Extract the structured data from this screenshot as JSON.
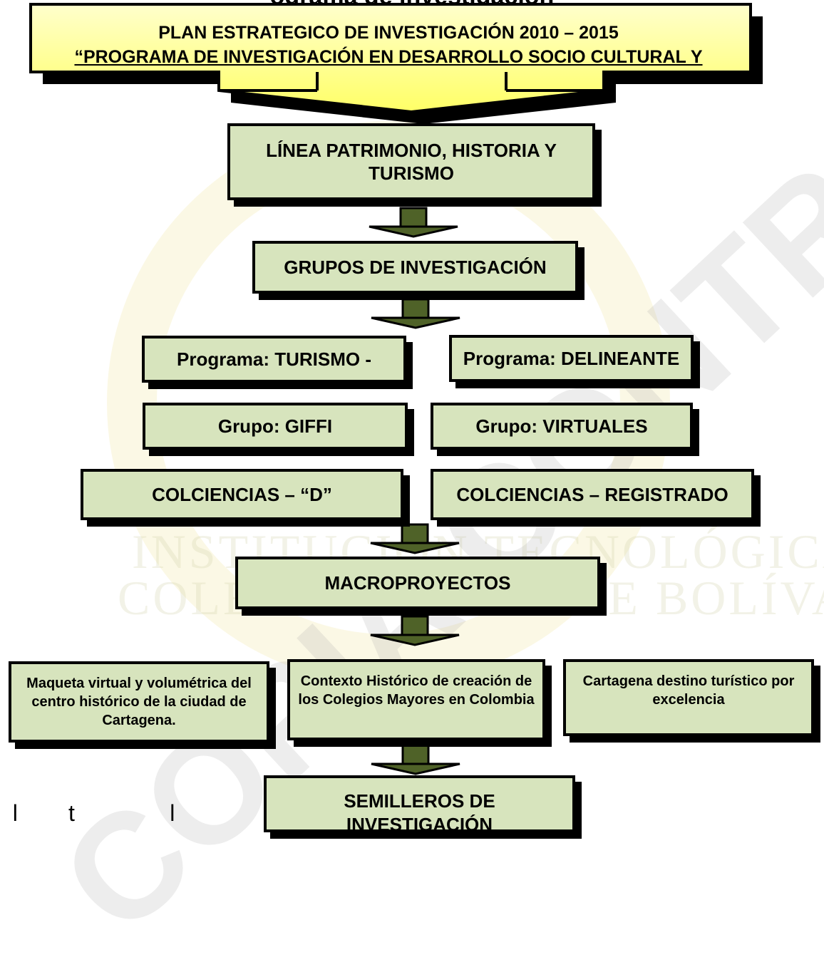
{
  "header": {
    "line1": "PLAN ESTRATEGICO DE INVESTIGACIÓN 2010 – 2015",
    "line2": "“PROGRAMA DE INVESTIGACIÓN EN DESARROLLO SOCIO CULTURAL Y"
  },
  "line_box": {
    "label": "LÍNEA PATRIMONIO, HISTORIA Y TURISMO"
  },
  "groups_box": {
    "label": "GRUPOS DE INVESTIGACIÓN"
  },
  "left_column": {
    "program": "Programa: TURISMO -",
    "group": "Grupo: GIFFI",
    "category": "COLCIENCIAS – “D”"
  },
  "right_column": {
    "program": "Programa: DELINEANTE",
    "group": "Grupo: VIRTUALES",
    "category": "COLCIENCIAS – REGISTRADO"
  },
  "macro_box": {
    "label": "MACROPROYECTOS"
  },
  "projects": [
    {
      "label": "Maqueta virtual y volumétrica del centro histórico de la ciudad de Cartagena."
    },
    {
      "label": "Contexto Histórico de creación de los Colegios Mayores en Colombia"
    },
    {
      "label": "Cartagena destino turístico por excelencia"
    }
  ],
  "seedbeds_box": {
    "label": "SEMILLEROS DE INVESTIGACIÓN"
  },
  "watermark": {
    "line1": "INSTITUCIÓN TECNOLÓGICA",
    "line2": "COLEGIO MAYOR DE BOLÍVAR",
    "diagonal": "COPIA CONTROLADA"
  },
  "colors": {
    "box_fill": "#d7e4bd",
    "banner_fill": "#ffff99",
    "arrow_fill": "#4f6228",
    "border": "#000000"
  }
}
